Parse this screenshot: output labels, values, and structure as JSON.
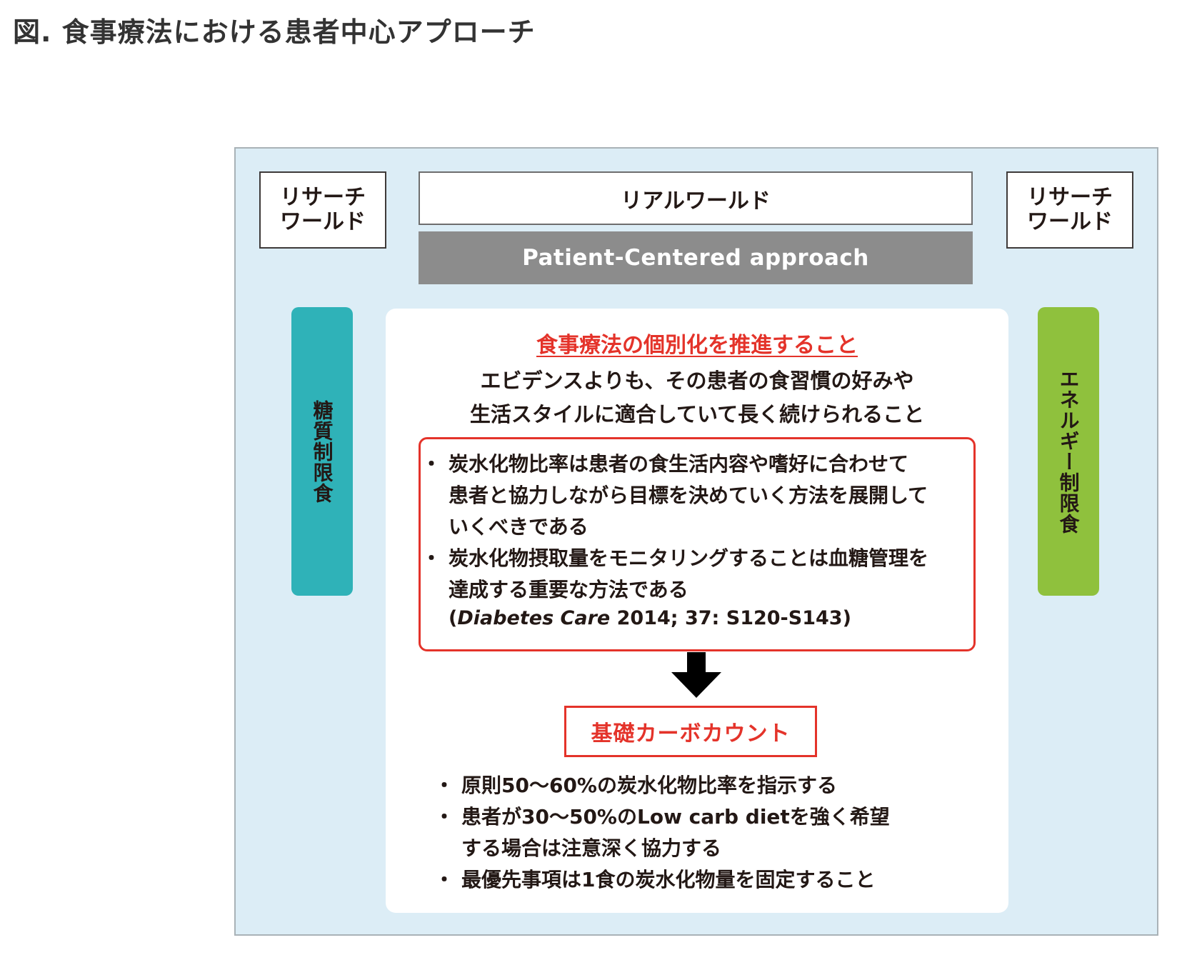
{
  "title": "図. 食事療法における患者中心アプローチ",
  "research_world_left": [
    "リサーチ",
    "ワールド"
  ],
  "research_world_right": [
    "リサーチ",
    "ワールド"
  ],
  "real_world": "リアルワールド",
  "approach": "Patient-Centered approach",
  "left_pillar": "糖質制限食",
  "right_pillar": "エネルギー制限食",
  "panel": {
    "heading": "食事療法の個別化を推進すること",
    "subtext": [
      "エビデンスよりも、その患者の食習慣の好みや",
      "生活スタイルに適合していて長く続けられること"
    ]
  },
  "evidence": {
    "items": [
      [
        "炭水化物比率は患者の食生活内容や嗜好に合わせて",
        "患者と協力しながら目標を決めていく方法を展開して",
        "いくべきである"
      ],
      [
        "炭水化物摂取量をモニタリングすることは血糖管理を",
        "達成する重要な方法である"
      ]
    ],
    "citation_open": "(",
    "citation_journal": "Diabetes Care",
    "citation_rest": " 2014; 37: S120-S143)"
  },
  "carb_count": {
    "label": "基礎カーボカウント",
    "items": [
      [
        "原則50～60%の炭水化物比率を指示する"
      ],
      [
        "患者が30～50%のLow carb dietを強く希望",
        "する場合は注意深く協力する"
      ],
      [
        "最優先事項は1食の炭水化物量を固定すること"
      ]
    ]
  },
  "colors": {
    "frame_bg": "#dcedf6",
    "accent_red": "#e4332a",
    "pca_gray": "#8c8c8c",
    "teal": "#2fb2b8",
    "green": "#8fc13d"
  }
}
